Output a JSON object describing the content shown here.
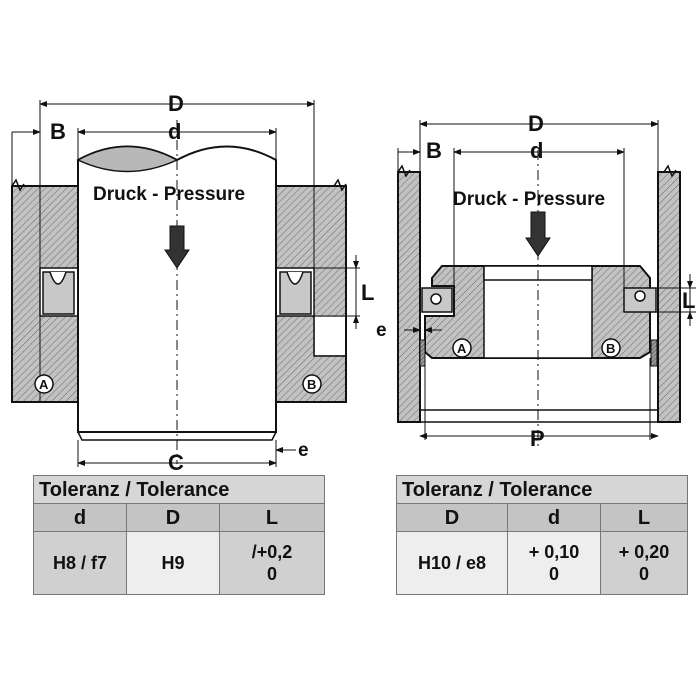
{
  "left_diagram": {
    "labels": {
      "D": "D",
      "B": "B",
      "d": "d",
      "pressure": "Druck - Pressure",
      "L": "L",
      "e": "e",
      "C": "C",
      "A": "A",
      "B_circle": "B"
    }
  },
  "right_diagram": {
    "labels": {
      "D": "D",
      "B": "B",
      "d": "d",
      "pressure": "Druck - Pressure",
      "L": "L",
      "e": "e",
      "P": "P",
      "A": "A",
      "B_circle": "B"
    }
  },
  "left_table": {
    "title": "Toleranz / Tolerance",
    "headers": [
      "d",
      "D",
      "L"
    ],
    "values": [
      "H8 / f7",
      "H9",
      "/+0,2",
      "0"
    ]
  },
  "right_table": {
    "title": "Toleranz / Tolerance",
    "headers": [
      "D",
      "d",
      "L"
    ],
    "values": [
      "H10 / e8",
      "+ 0,10",
      "0",
      "+ 0,20",
      "0"
    ]
  },
  "colors": {
    "hatch_fill": "#bdbdbd",
    "seal_fill": "#c8c8c8",
    "line": "#111111",
    "table_header": "#c4c4c4",
    "table_title": "#d6d6d6"
  }
}
